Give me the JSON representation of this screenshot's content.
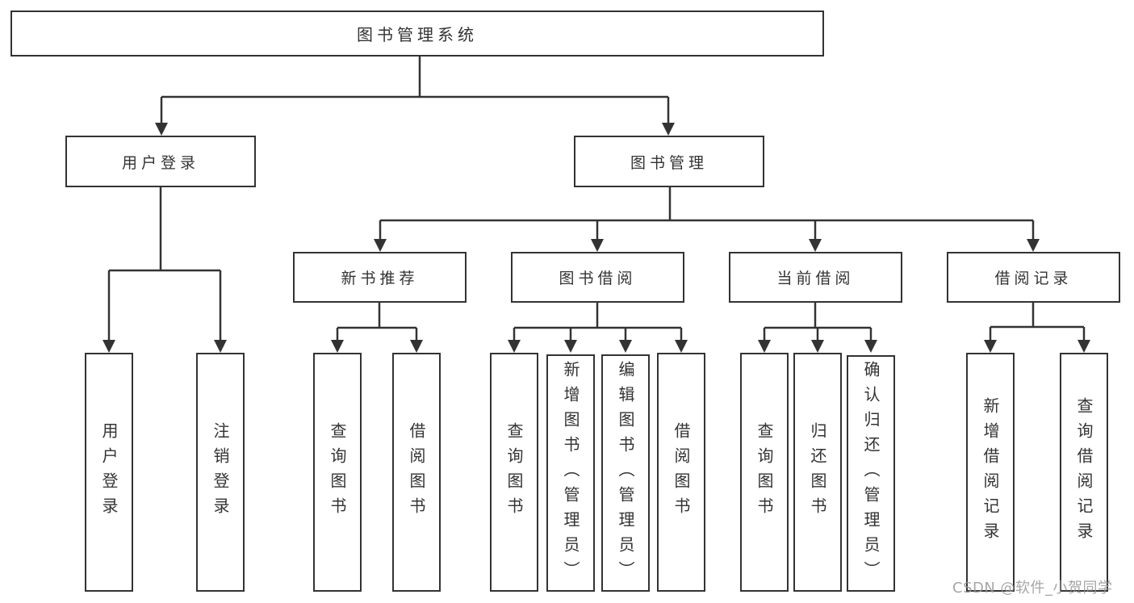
{
  "diagram": {
    "tree": {
      "root": {
        "label": "图书管理系统"
      },
      "branches": [
        {
          "label": "用户登录",
          "children": [
            {
              "label": "用户登录"
            },
            {
              "label": "注销登录"
            }
          ]
        },
        {
          "label": "图书管理",
          "children": [
            {
              "label": "新书推荐",
              "children": [
                {
                  "label": "查询图书"
                },
                {
                  "label": "借阅图书"
                }
              ]
            },
            {
              "label": "图书借阅",
              "children": [
                {
                  "label": "查询图书"
                },
                {
                  "label": "新增图书（管理员）"
                },
                {
                  "label": "编辑图书（管理员）"
                },
                {
                  "label": "借阅图书"
                }
              ]
            },
            {
              "label": "当前借阅",
              "children": [
                {
                  "label": "查询图书"
                },
                {
                  "label": "归还图书"
                },
                {
                  "label": "确认归还（管理员）"
                }
              ]
            },
            {
              "label": "借阅记录",
              "children": [
                {
                  "label": "新增借阅记录"
                },
                {
                  "label": "查询借阅记录"
                }
              ]
            }
          ]
        }
      ]
    },
    "colors": {
      "line": "#333333",
      "text": "#333333",
      "background": "#ffffff",
      "watermark": "#999999"
    },
    "watermark": {
      "text": "CSDN @软件_小贺同学"
    }
  }
}
